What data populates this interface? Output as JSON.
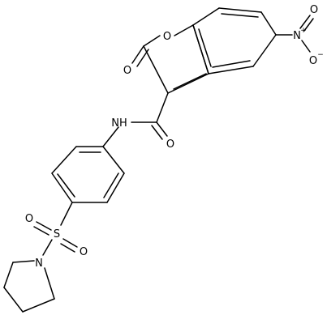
{
  "molecule": {
    "atoms": {
      "ring_oxygen": "O",
      "lactone_carbonyl_oxygen": "O",
      "nitro_nitrogen": "N",
      "nitro_nitrogen_charge": "+",
      "nitro_oxygen_upper": "O",
      "nitro_oxygen_lower": "O",
      "nitro_oxygen_charge": "−",
      "amide_nh": "NH",
      "amide_oxygen": "O",
      "sulfur": "S",
      "sulfonyl_oxygen_left": "O",
      "sulfonyl_oxygen_right": "O",
      "pyrrolidine_nitrogen": "N"
    }
  },
  "colors": {
    "bond": "#000000",
    "label": "#000000",
    "background": "#ffffff"
  }
}
